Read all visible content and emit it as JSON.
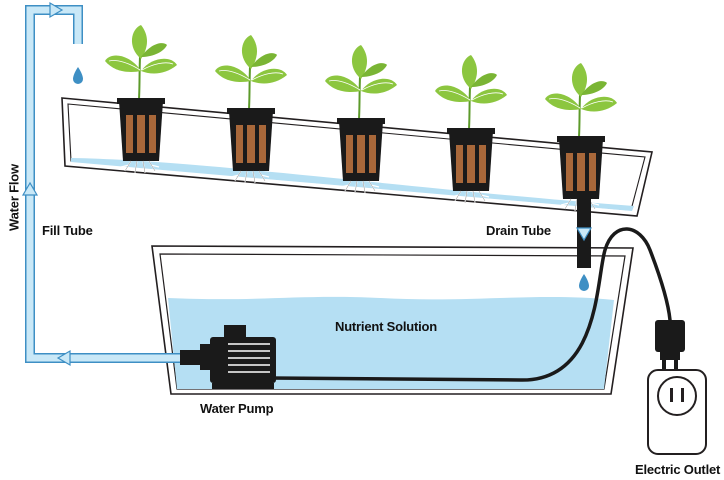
{
  "labels": {
    "water_flow": "Water Flow",
    "fill_tube": "Fill Tube",
    "drain_tube": "Drain Tube",
    "nutrient_solution": "Nutrient Solution",
    "water_pump": "Water Pump",
    "electric_outlet": "Electric Outlet"
  },
  "plant_count": 5,
  "colors": {
    "water": "#b5dff3",
    "tube": "#c9e8f7",
    "tube_outline": "#3e8fc4",
    "leaf": "#8cc63f",
    "leaf_dark": "#5c9a2a",
    "pot": "#1a1a1a",
    "soil": "#a9683a",
    "outline": "#231f20"
  }
}
